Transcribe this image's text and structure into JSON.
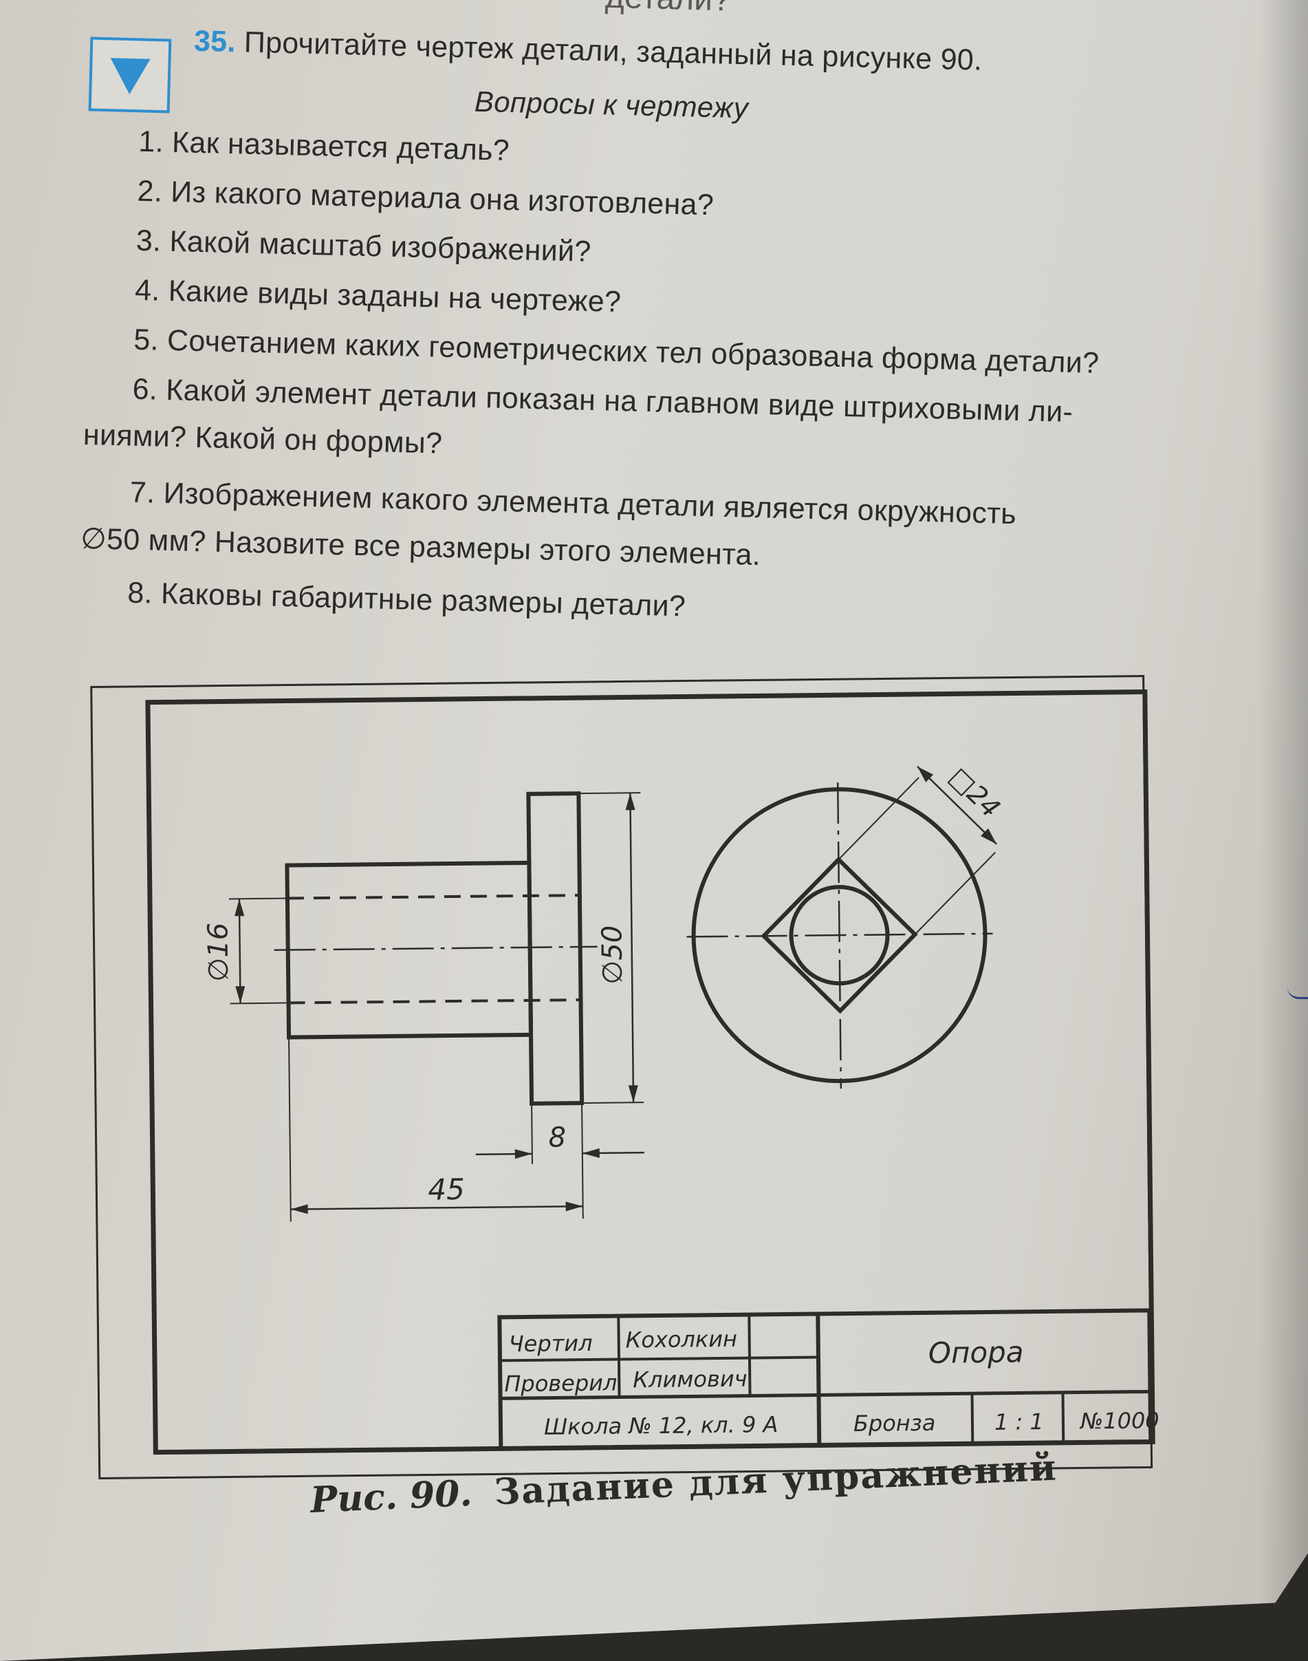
{
  "header_fragment": "детали?",
  "task": {
    "number": "35.",
    "instruction": "Прочитайте чертеж детали, заданный на рисунке 90.",
    "subtitle": "Вопросы к чертежу",
    "questions": [
      "1. Как называется деталь?",
      "2. Из какого материала она изготовлена?",
      "3. Какой масштаб изображений?",
      "4. Какие виды заданы на чертеже?",
      "5. Сочетанием каких геометрических тел образована форма детали?",
      "6. Какой элемент детали показан на главном виде штриховыми ли-",
      "ниями? Какой он формы?",
      "7. Изображением какого элемента детали является окружность",
      "∅50 мм? Назовите все размеры этого элемента.",
      "8. Каковы габаритные размеры детали?"
    ]
  },
  "drawing": {
    "dimensions": {
      "d16": "∅16",
      "d50": "∅50",
      "sq24": "□24",
      "len8": "8",
      "len45": "45"
    },
    "title_block": {
      "drawn_label": "Чертил",
      "drawn_by": "Кохолкин",
      "checked_label": "Проверил",
      "checked_by": "Климович",
      "school": "Школа № 12, кл. 9 А",
      "part_name": "Опора",
      "material": "Бронза",
      "scale": "1 : 1",
      "number": "№1000"
    }
  },
  "caption": {
    "figure": "Рис. 90.",
    "title": "Задание для упражнений"
  }
}
